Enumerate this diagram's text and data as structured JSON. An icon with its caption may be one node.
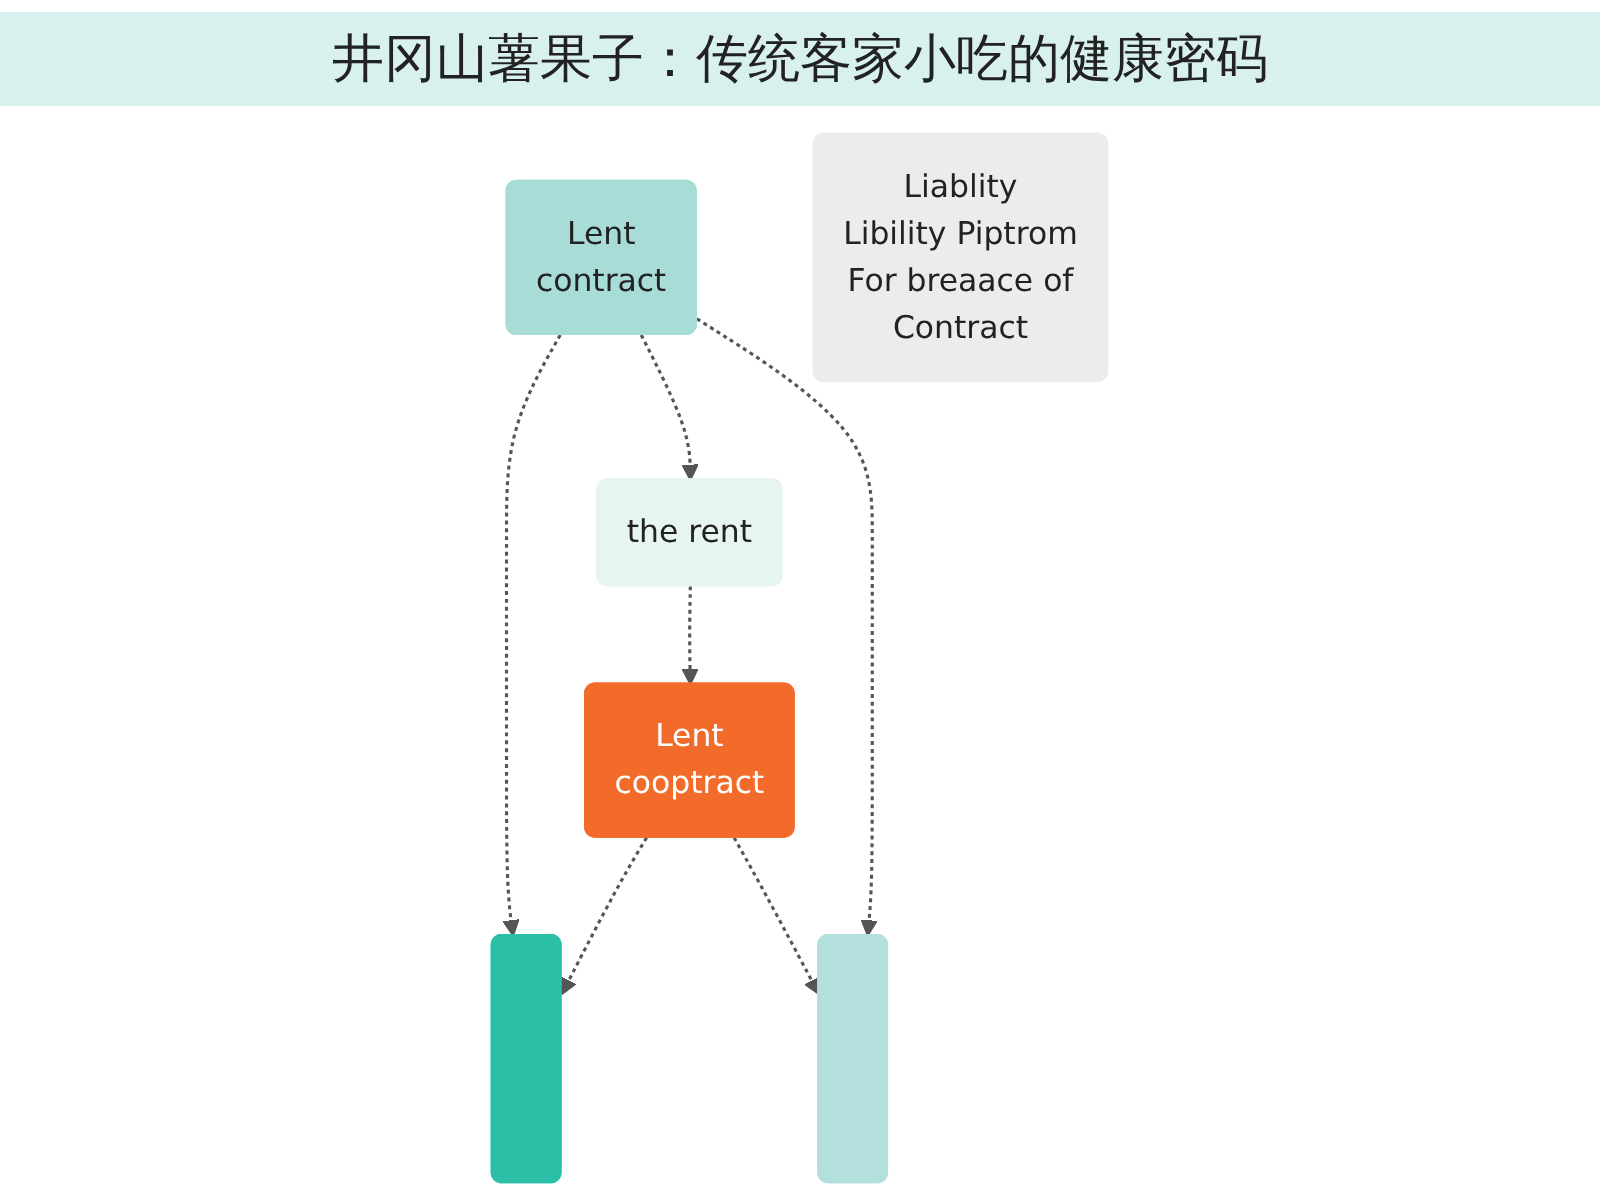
{
  "diagram": {
    "title": "井冈山薯果子：传统客家小吃的健康密码",
    "nodes": [
      {
        "text": [],
        "shape": "box"
      },
      {
        "text": [
          "Lent",
          "contract"
        ]
      },
      {
        "text": [
          "the rent"
        ]
      },
      {
        "text": [
          "Lent",
          "cooptract"
        ]
      },
      {
        "text": [],
        "shape": "box"
      },
      {
        "text": [
          "Liablity",
          "Libility Piptrom",
          "For breaace of",
          "Contract"
        ]
      }
    ],
    "edges": [
      {
        "from": 1,
        "to": 0,
        "arrow": "to",
        "style": "dashed"
      },
      {
        "from": 1,
        "to": 2,
        "arrow": "to",
        "style": "dashed"
      },
      {
        "from": 1,
        "to": 4,
        "arrow": "to",
        "style": "dashed"
      },
      {
        "from": 2,
        "to": 3,
        "arrow": "to",
        "style": "dashed"
      },
      {
        "from": 3,
        "to": 0,
        "arrow": "to",
        "style": "dashed"
      },
      {
        "from": 3,
        "to": 4,
        "arrow": "to",
        "style": "dashed"
      }
    ]
  }
}
